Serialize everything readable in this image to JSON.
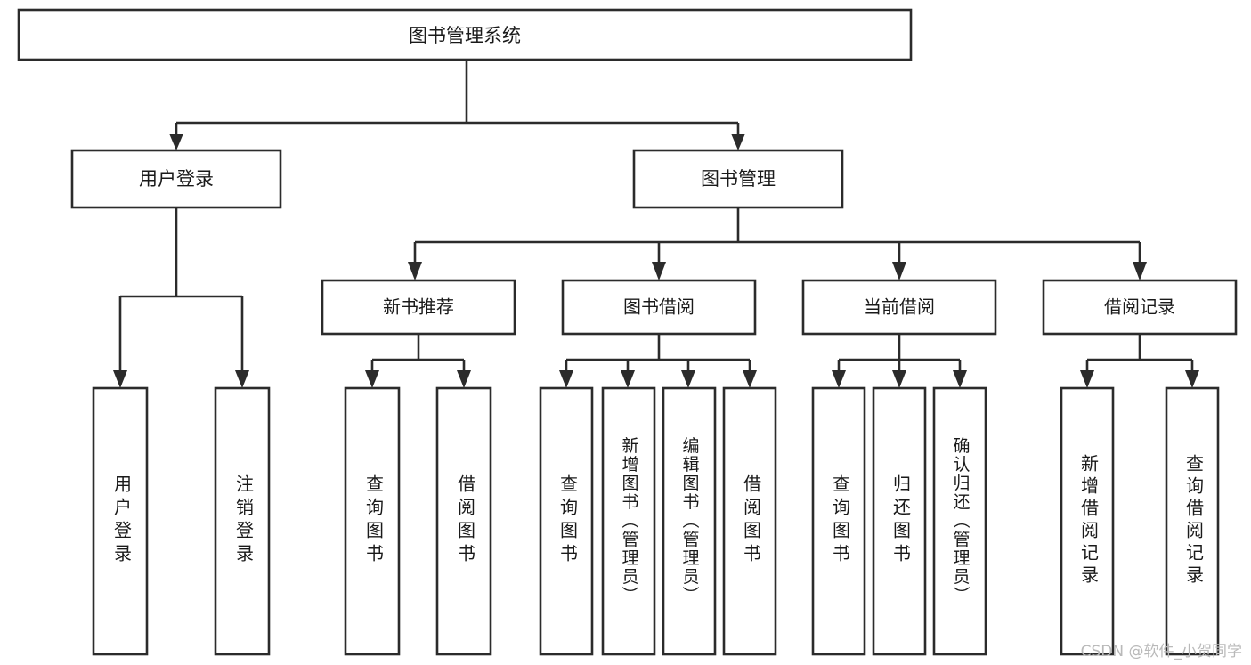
{
  "diagram": {
    "type": "tree-hierarchy",
    "title_node": {
      "id": "root",
      "label": "图书管理系统"
    },
    "level2": [
      {
        "id": "user-login",
        "label": "用户登录"
      },
      {
        "id": "book-manage",
        "label": "图书管理"
      }
    ],
    "level3": [
      {
        "id": "new-book-rec",
        "label": "新书推荐",
        "parent": "book-manage"
      },
      {
        "id": "book-borrow",
        "label": "图书借阅",
        "parent": "book-manage"
      },
      {
        "id": "current-borrow",
        "label": "当前借阅",
        "parent": "book-manage"
      },
      {
        "id": "borrow-record",
        "label": "借阅记录",
        "parent": "book-manage"
      }
    ],
    "leaves": {
      "user-login": [
        {
          "id": "leaf-user-login",
          "label": "用户登录"
        },
        {
          "id": "leaf-logout",
          "label": "注销登录"
        }
      ],
      "new-book-rec": [
        {
          "id": "leaf-query-book-1",
          "label": "查询图书"
        },
        {
          "id": "leaf-borrow-book-1",
          "label": "借阅图书"
        }
      ],
      "book-borrow": [
        {
          "id": "leaf-query-book-2",
          "label": "查询图书"
        },
        {
          "id": "leaf-add-book",
          "label": "新增图书（管理员）"
        },
        {
          "id": "leaf-edit-book",
          "label": "编辑图书（管理员）"
        },
        {
          "id": "leaf-borrow-book-2",
          "label": "借阅图书"
        }
      ],
      "current-borrow": [
        {
          "id": "leaf-query-book-3",
          "label": "查询图书"
        },
        {
          "id": "leaf-return-book",
          "label": "归还图书"
        },
        {
          "id": "leaf-confirm-return",
          "label": "确认归还（管理员）"
        }
      ],
      "borrow-record": [
        {
          "id": "leaf-add-record",
          "label": "新增借阅记录"
        },
        {
          "id": "leaf-query-record",
          "label": "查询借阅记录"
        }
      ]
    },
    "colors": {
      "box_stroke": "#2b2b2b",
      "box_fill": "#ffffff",
      "connector": "#2b2b2b",
      "text": "#1a1a1a",
      "watermark": "#b9b9b9"
    }
  },
  "watermark": {
    "text": "CSDN @软件_小贺同学"
  }
}
